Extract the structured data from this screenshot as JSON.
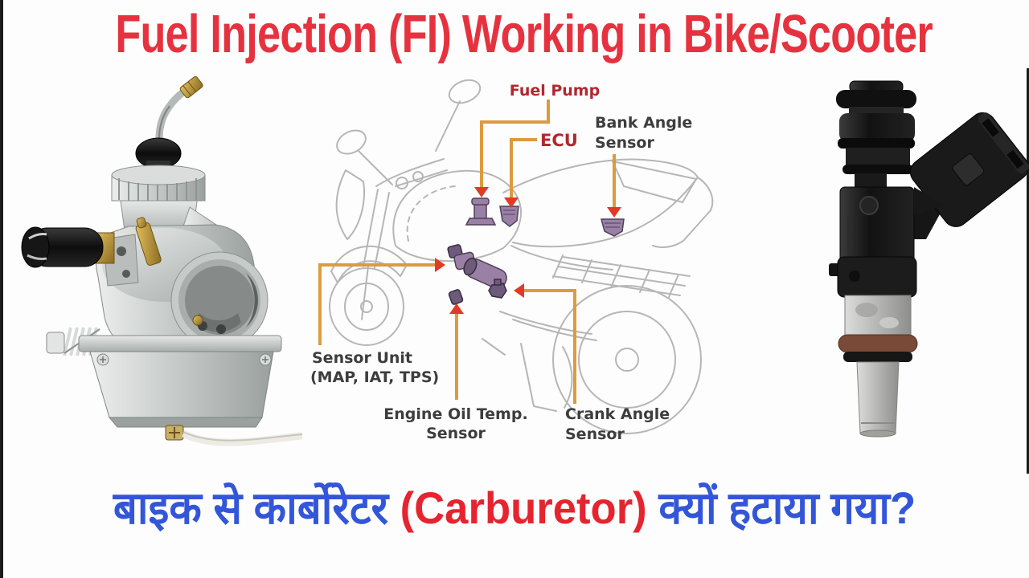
{
  "colors": {
    "background": "#fdfdfd",
    "edge_strip": "#1b1b1b",
    "title_red": "#e6323f",
    "label_red": "#b22730",
    "label_dark": "#3d3d3d",
    "leader_orange": "#dd9a3e",
    "arrow_red": "#e13a26",
    "sensor_purple": "#9b80a6",
    "sensor_purple_dark": "#4e4058",
    "sketch_gray": "#b6b6b6",
    "subtitle_blue": "#3356d9",
    "subtitle_red": "#e6242f"
  },
  "title": "Fuel Injection (FI) Working in Bike/Scooter",
  "subtitle": {
    "prefix_hindi": "बाइक से कार्बोरेटर ",
    "english": "(Carburetor)",
    "suffix_hindi": " क्यों हटाया गया?"
  },
  "diagram": {
    "labels": {
      "fuel_pump": "Fuel Pump",
      "ecu": "ECU",
      "bank_angle_1": "Bank Angle",
      "bank_angle_2": "Sensor",
      "sensor_unit_1": "Sensor Unit",
      "sensor_unit_2": "(MAP, IAT, TPS)",
      "engine_oil_1": "Engine Oil Temp.",
      "engine_oil_2": "Sensor",
      "crank_angle_1": "Crank Angle",
      "crank_angle_2": "Sensor"
    }
  }
}
